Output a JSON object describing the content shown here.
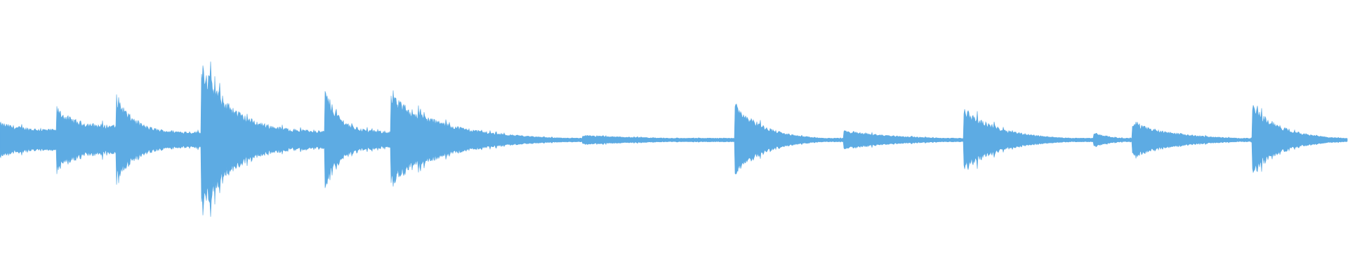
{
  "waveform": {
    "color": "#5dabe3",
    "background": "#ffffff",
    "transients": [
      {
        "start": 0.0,
        "amp": 0.11,
        "decay": 0.2,
        "floor": 0.06
      },
      {
        "start": 0.042,
        "amp": 0.21,
        "decay": 0.45,
        "floor": 0.09
      },
      {
        "start": 0.086,
        "amp": 0.3,
        "decay": 0.7,
        "floor": 0.05
      },
      {
        "start": 0.149,
        "amp": 0.52,
        "decay": 0.55,
        "floor": 0.05
      },
      {
        "start": 0.241,
        "amp": 0.33,
        "decay": 0.6,
        "floor": 0.05
      },
      {
        "start": 0.29,
        "amp": 0.28,
        "decay": 0.4,
        "floor": 0.0
      },
      {
        "start": 0.432,
        "amp": 0.03,
        "decay": 0.1,
        "floor": 0.0
      },
      {
        "start": 0.545,
        "amp": 0.24,
        "decay": 0.45,
        "floor": 0.0
      },
      {
        "start": 0.626,
        "amp": 0.06,
        "decay": 0.15,
        "floor": 0.0
      },
      {
        "start": 0.715,
        "amp": 0.2,
        "decay": 0.4,
        "floor": 0.0
      },
      {
        "start": 0.811,
        "amp": 0.05,
        "decay": 0.15,
        "floor": 0.0
      },
      {
        "start": 0.84,
        "amp": 0.11,
        "decay": 0.25,
        "floor": 0.0
      },
      {
        "start": 0.929,
        "amp": 0.22,
        "decay": 0.35,
        "floor": 0.0
      }
    ],
    "baseline": 0.012
  }
}
